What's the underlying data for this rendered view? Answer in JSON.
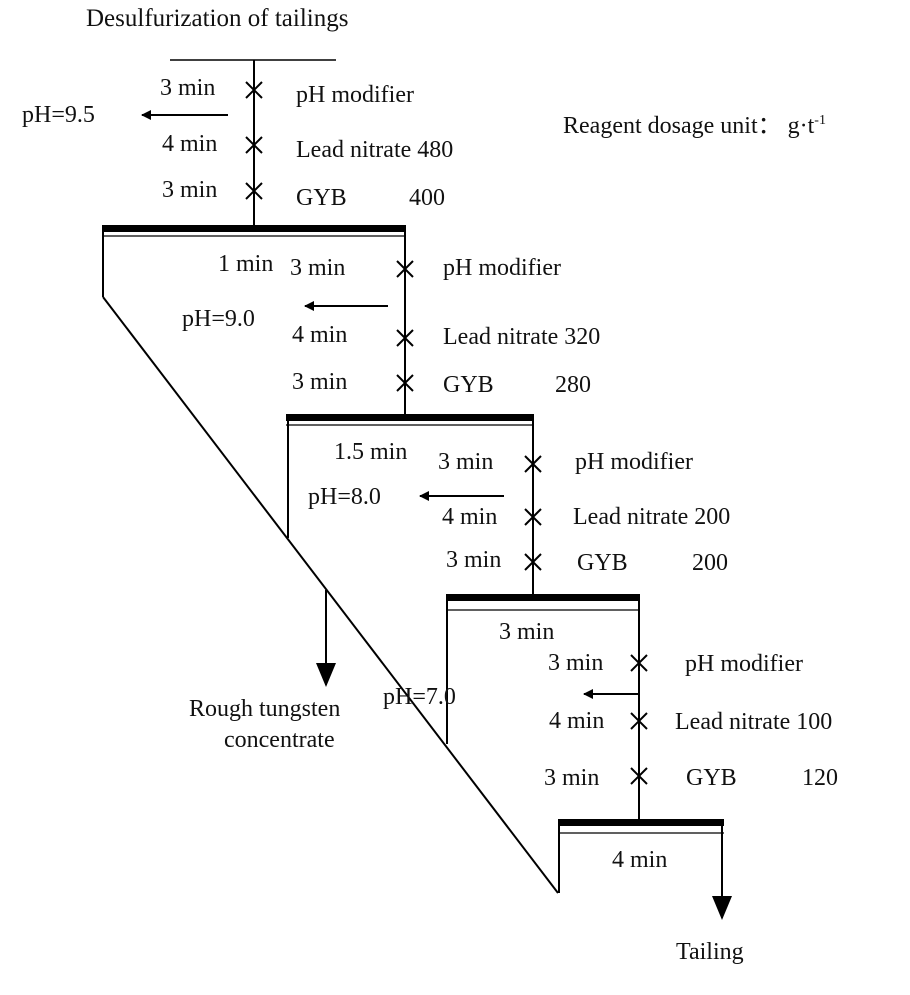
{
  "title": "Desulfurization of tailings",
  "unit_note": {
    "label": "Reagent dosage unit：",
    "unit_base": "g·t",
    "unit_exp": "-1"
  },
  "stages": [
    {
      "reagents": [
        {
          "time": "3 min",
          "name": "pH modifier",
          "dose": ""
        },
        {
          "time": "4 min",
          "name": "Lead nitrate",
          "dose": "480"
        },
        {
          "time": "3 min",
          "name": "GYB",
          "dose": "400"
        }
      ],
      "ph": "pH=9.5",
      "flotation_time": ""
    },
    {
      "reagents": [
        {
          "time": "3 min",
          "name": "pH modifier",
          "dose": ""
        },
        {
          "time": "4 min",
          "name": "Lead nitrate",
          "dose": "320"
        },
        {
          "time": "3 min",
          "name": "GYB",
          "dose": "280"
        }
      ],
      "ph": "pH=9.0",
      "flotation_time": "1 min"
    },
    {
      "reagents": [
        {
          "time": "3 min",
          "name": "pH modifier",
          "dose": ""
        },
        {
          "time": "4 min",
          "name": "Lead nitrate",
          "dose": "200"
        },
        {
          "time": "3 min",
          "name": "GYB",
          "dose": "200"
        }
      ],
      "ph": "pH=8.0",
      "flotation_time": "1.5 min"
    },
    {
      "reagents": [
        {
          "time": "3 min",
          "name": "pH modifier",
          "dose": ""
        },
        {
          "time": "4 min",
          "name": "Lead nitrate",
          "dose": "100"
        },
        {
          "time": "3 min",
          "name": "GYB",
          "dose": "120"
        }
      ],
      "ph": "pH=7.0",
      "flotation_time": "3 min"
    }
  ],
  "last_cell_time": "4 min",
  "outputs": {
    "concentrate_line1": "Rough tungsten",
    "concentrate_line2": "concentrate",
    "tailing": "Tailing"
  }
}
